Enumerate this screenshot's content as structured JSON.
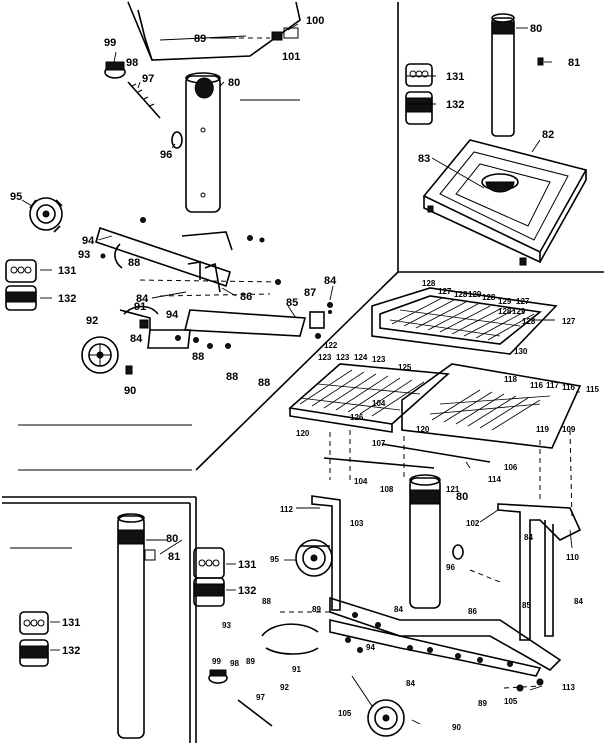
{
  "labels": {
    "l100": "100",
    "l89a": "89",
    "l101": "101",
    "l99a": "99",
    "l98a": "98",
    "l97a": "97",
    "l80a": "80",
    "l96a": "96",
    "l95a": "95",
    "l94a": "94",
    "l93a": "93",
    "l88a": "88",
    "l131a": "131",
    "l132a": "132",
    "l84a": "84",
    "l86a": "86",
    "l87a": "87",
    "l84b": "84",
    "l85a": "85",
    "l91a": "91",
    "l92a": "92",
    "l94b": "94",
    "l84c": "84",
    "l88b": "88",
    "l88c": "88",
    "l88d": "88",
    "l90a": "90",
    "l80b": "80",
    "l81a": "81",
    "l131b": "131",
    "l132b": "132",
    "l82": "82",
    "l83": "83",
    "l128": "128",
    "l127a": "127",
    "l128b": "128",
    "l129a": "129",
    "l128c": "128",
    "l129b": "129",
    "l127b": "127",
    "l128d": "128",
    "l129c": "129",
    "l128e": "128",
    "l127c": "127",
    "l130": "130",
    "l122": "122",
    "l123a": "123",
    "l124": "124",
    "l123b": "123",
    "l125": "125",
    "l104a": "104",
    "l126": "126",
    "l120a": "120",
    "l118": "118",
    "l116a": "116",
    "l117": "117",
    "l116b": "116",
    "l115": "115",
    "l119": "119",
    "l109": "109",
    "l120b": "120",
    "l107": "107",
    "l104b": "104",
    "l108": "108",
    "l121": "121",
    "l114": "114",
    "l106": "106",
    "l112": "112",
    "l103": "103",
    "l80c": "80",
    "l102": "102",
    "l84d": "84",
    "l110": "110",
    "l95b": "95",
    "l96b": "96",
    "l88e": "88",
    "l89b": "89",
    "l84e": "84",
    "l86b": "86",
    "l85b": "85",
    "l84f": "84",
    "l93b": "93",
    "l94c": "94",
    "l99b": "99",
    "l98b": "98",
    "l89c": "89",
    "l91b": "91",
    "l92b": "92",
    "l97b": "97",
    "l84g": "84",
    "l89d": "89",
    "l105a": "105",
    "l105b": "105",
    "l113": "113",
    "l90b": "90",
    "l80d": "80",
    "l81b": "81",
    "l131c": "131",
    "l132c": "132"
  }
}
